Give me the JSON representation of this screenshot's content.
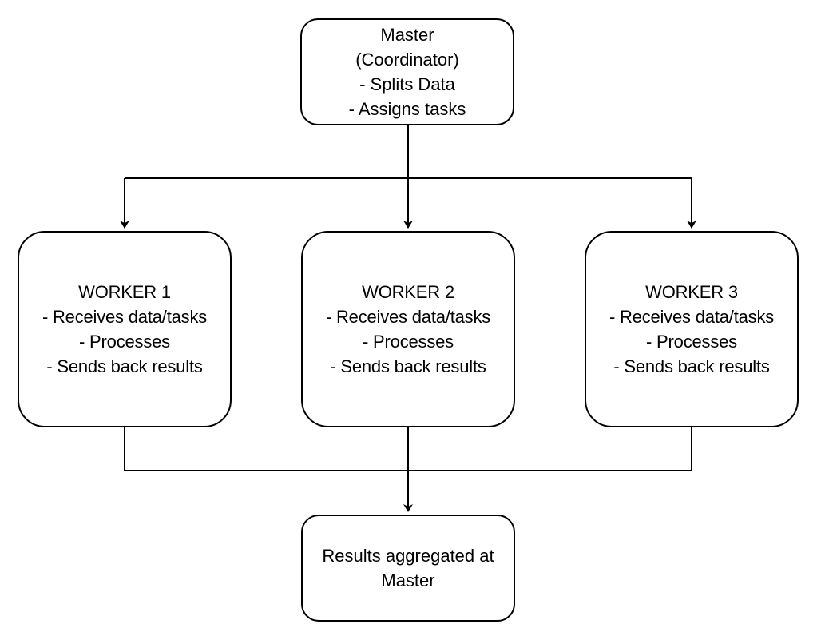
{
  "diagram": {
    "master": {
      "lines": [
        "Master",
        "(Coordinator)",
        "- Splits Data",
        "- Assigns tasks"
      ]
    },
    "workers": [
      {
        "lines": [
          "WORKER 1",
          "- Receives data/tasks",
          "- Processes",
          "- Sends back results"
        ]
      },
      {
        "lines": [
          "WORKER 2",
          "- Receives data/tasks",
          "- Processes",
          "- Sends back results"
        ]
      },
      {
        "lines": [
          "WORKER 3",
          "- Receives data/tasks",
          "- Processes",
          "- Sends back results"
        ]
      }
    ],
    "results": {
      "lines": [
        "Results aggregated at",
        "Master"
      ]
    },
    "edges": [
      {
        "from": "master",
        "to": "worker-1"
      },
      {
        "from": "master",
        "to": "worker-2"
      },
      {
        "from": "master",
        "to": "worker-3"
      },
      {
        "from": "worker-1",
        "to": "results"
      },
      {
        "from": "worker-2",
        "to": "results"
      },
      {
        "from": "worker-3",
        "to": "results"
      }
    ],
    "colors": {
      "stroke": "#000000",
      "fill": "#ffffff",
      "text": "#000000"
    }
  }
}
